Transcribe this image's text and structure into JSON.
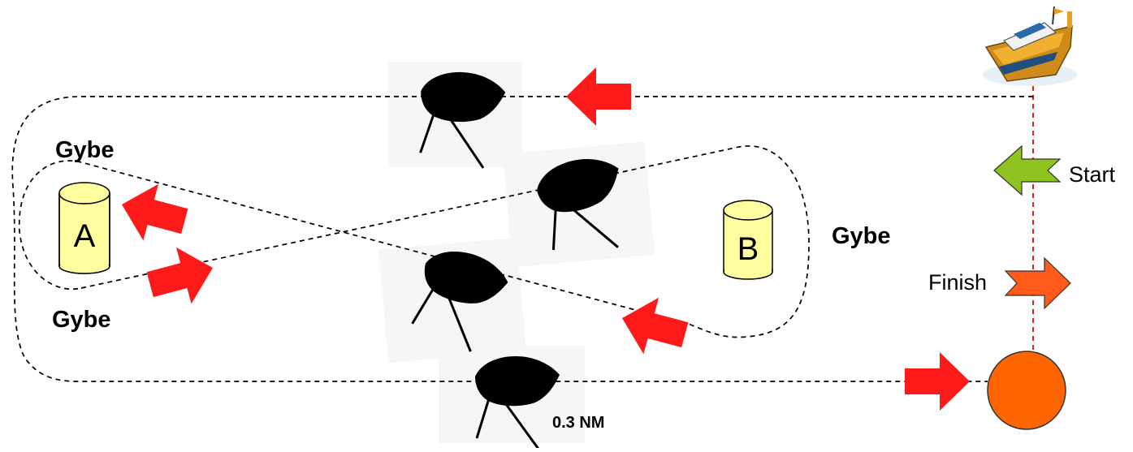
{
  "labels": {
    "gybe": "Gybe",
    "start": "Start",
    "finish": "Finish",
    "distance": "0.3 NM"
  },
  "marks": {
    "a": "A",
    "b": "B"
  },
  "icons": {
    "boat": "motorboat-icon",
    "dinghy": "sailing-dinghy-icon",
    "arrow": "direction-arrow-icon",
    "start_flag": "start-arrow-icon",
    "finish_flag": "finish-arrow-icon",
    "pin": "pin-end-buoy-icon"
  },
  "colors": {
    "course_line": "#000000",
    "start_line": "#dd2222",
    "arrow": "#ff1a1a",
    "start_arrow": "#8fc31f",
    "finish_arrow": "#ff5a1a",
    "buoy_fill": "#ffff9f",
    "pin_fill": "#ff6600"
  }
}
